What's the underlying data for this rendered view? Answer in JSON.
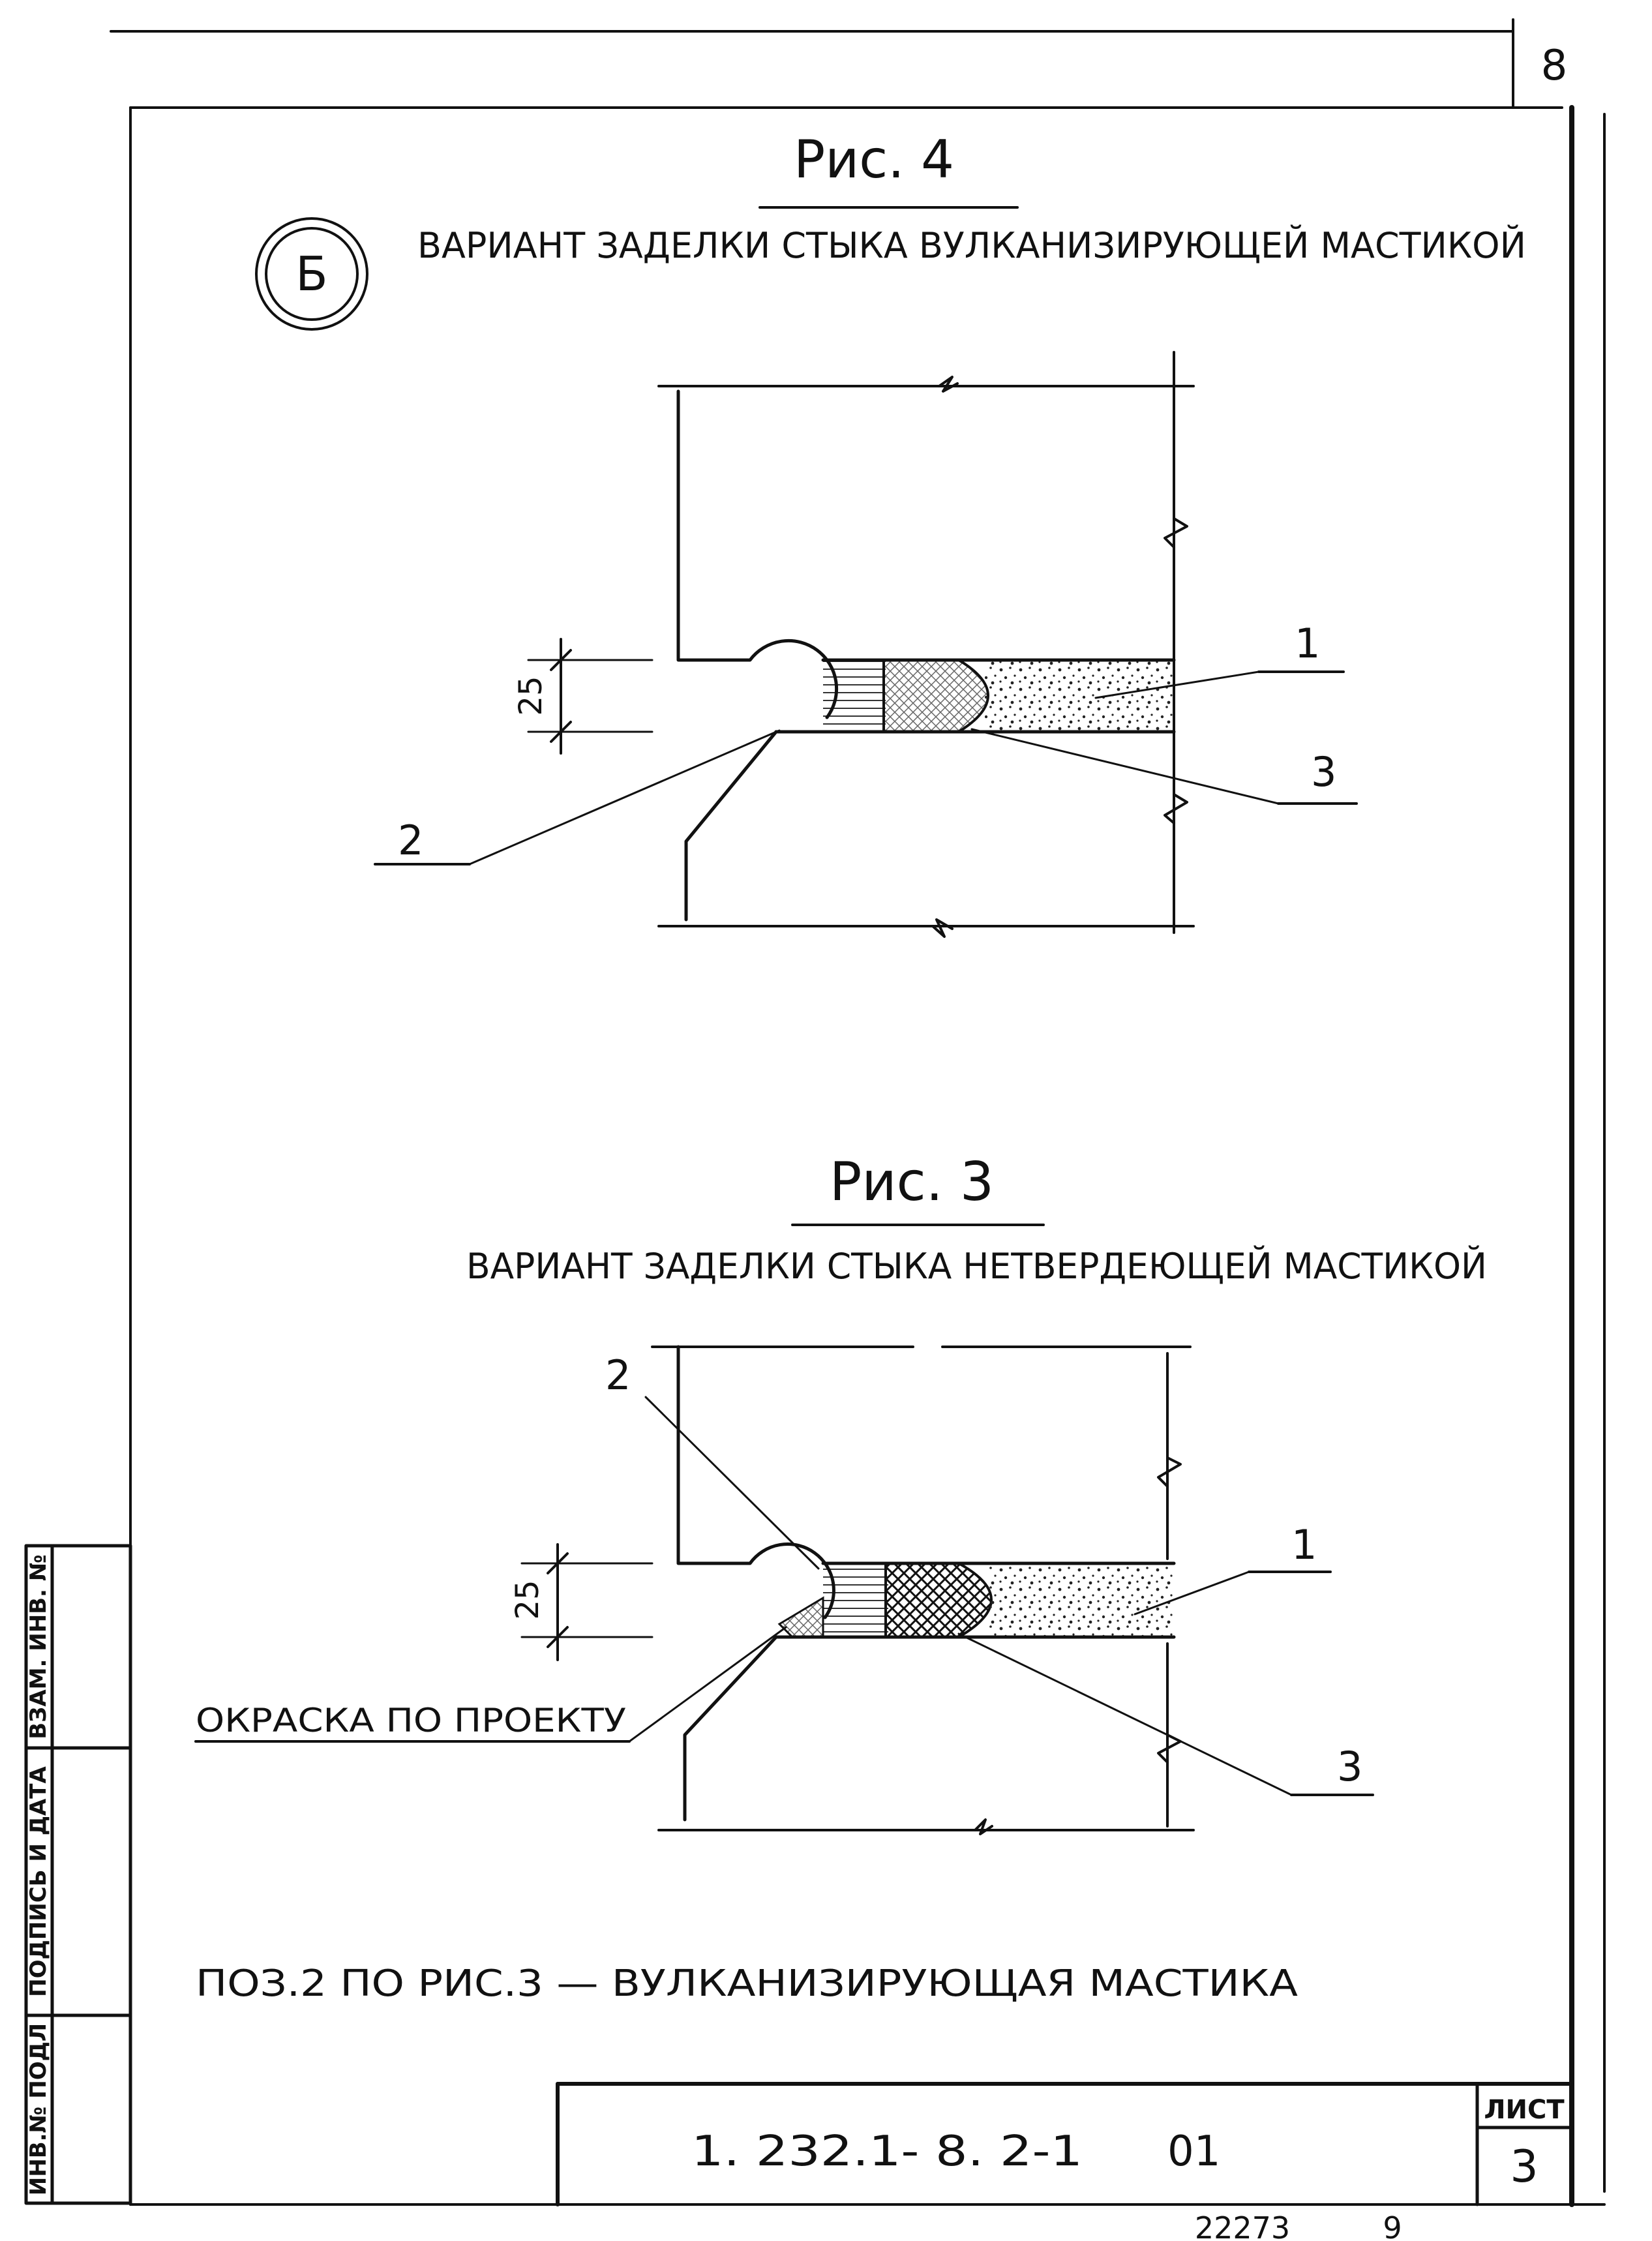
{
  "sheet": {
    "corner_number": "8",
    "bottom_numbers": [
      "22273",
      "9"
    ]
  },
  "side_stamp": {
    "labels": [
      "ИНВ.№ ПОДЛ",
      "ПОДПИСЬ И ДАТА",
      "ВЗАМ. ИНВ. №"
    ]
  },
  "figure_4": {
    "title": "Рис. 4",
    "marker": "Б",
    "caption": "ВАРИАНТ ЗАДЕЛКИ СТЫКА ВУЛКАНИЗИРУЮЩЕЙ МАСТИКОЙ",
    "dimension": "25",
    "callouts": [
      "1",
      "2",
      "3"
    ]
  },
  "figure_3": {
    "title": "Рис. 3",
    "caption": "ВАРИАНТ ЗАДЕЛКИ СТЫКА НЕТВЕРДЕЮЩЕЙ МАСТИКОЙ",
    "dimension": "25",
    "callouts": [
      "1",
      "2",
      "3"
    ],
    "paint_note": "ОКРАСКА ПО ПРОЕКТУ"
  },
  "note": "ПОЗ.2 ПО РИС.3 — ВУЛКАНИЗИРУЮЩАЯ МАСТИКА",
  "title_block": {
    "code": "1. 232.1- 8. 2-1",
    "issue": "01",
    "sheet_label": "ЛИСТ",
    "sheet_number": "3"
  }
}
